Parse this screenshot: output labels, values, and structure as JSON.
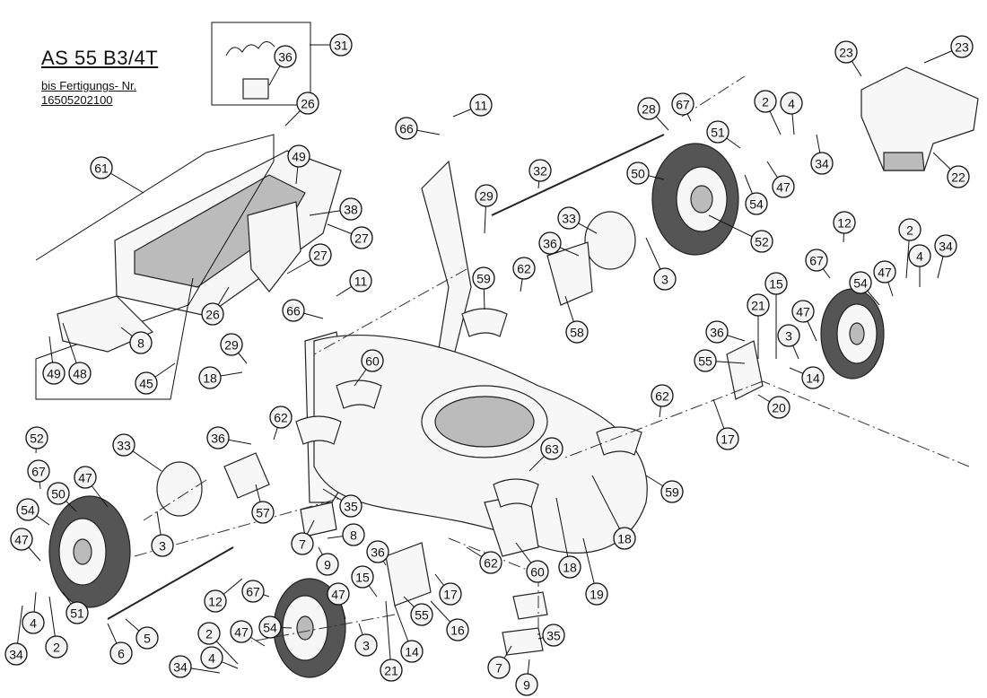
{
  "title": {
    "model": "AS 55 B3/4T",
    "serial_line1": "bis Fertigungs- Nr.",
    "serial_line2": "16505202100"
  },
  "callouts": [
    {
      "id": "c31",
      "label": "31"
    },
    {
      "id": "c36a",
      "label": "36"
    },
    {
      "id": "c26a",
      "label": "26"
    },
    {
      "id": "c11a",
      "label": "11"
    },
    {
      "id": "c66a",
      "label": "66"
    },
    {
      "id": "c28",
      "label": "28"
    },
    {
      "id": "c67a",
      "label": "67"
    },
    {
      "id": "c2a",
      "label": "2"
    },
    {
      "id": "c4a",
      "label": "4"
    },
    {
      "id": "c23a",
      "label": "23"
    },
    {
      "id": "c23b",
      "label": "23"
    },
    {
      "id": "c22",
      "label": "22"
    },
    {
      "id": "c34a",
      "label": "34"
    },
    {
      "id": "c61",
      "label": "61"
    },
    {
      "id": "c49a",
      "label": "49"
    },
    {
      "id": "c38",
      "label": "38"
    },
    {
      "id": "c27a",
      "label": "27"
    },
    {
      "id": "c27b",
      "label": "27"
    },
    {
      "id": "c26b",
      "label": "26"
    },
    {
      "id": "c32",
      "label": "32"
    },
    {
      "id": "c29a",
      "label": "29"
    },
    {
      "id": "c51a",
      "label": "51"
    },
    {
      "id": "c50a",
      "label": "50"
    },
    {
      "id": "c54a",
      "label": "54"
    },
    {
      "id": "c47a",
      "label": "47"
    },
    {
      "id": "c52a",
      "label": "52"
    },
    {
      "id": "c33a",
      "label": "33"
    },
    {
      "id": "c36b",
      "label": "36"
    },
    {
      "id": "c3a",
      "label": "3"
    },
    {
      "id": "c62a",
      "label": "62"
    },
    {
      "id": "c58",
      "label": "58"
    },
    {
      "id": "c59a",
      "label": "59"
    },
    {
      "id": "c11b",
      "label": "11"
    },
    {
      "id": "c66b",
      "label": "66"
    },
    {
      "id": "c12a",
      "label": "12"
    },
    {
      "id": "c2b",
      "label": "2"
    },
    {
      "id": "c34b",
      "label": "34"
    },
    {
      "id": "c67b",
      "label": "67"
    },
    {
      "id": "c54b",
      "label": "54"
    },
    {
      "id": "c47b",
      "label": "47"
    },
    {
      "id": "c4b",
      "label": "4"
    },
    {
      "id": "c15a",
      "label": "15"
    },
    {
      "id": "c21a",
      "label": "21"
    },
    {
      "id": "c47c",
      "label": "47"
    },
    {
      "id": "c36c",
      "label": "36"
    },
    {
      "id": "c3b",
      "label": "3"
    },
    {
      "id": "c55a",
      "label": "55"
    },
    {
      "id": "c14a",
      "label": "14"
    },
    {
      "id": "c20",
      "label": "20"
    },
    {
      "id": "c17a",
      "label": "17"
    },
    {
      "id": "c62b",
      "label": "62"
    },
    {
      "id": "c8a",
      "label": "8"
    },
    {
      "id": "c49b",
      "label": "49"
    },
    {
      "id": "c48",
      "label": "48"
    },
    {
      "id": "c45",
      "label": "45"
    },
    {
      "id": "c29b",
      "label": "29"
    },
    {
      "id": "c18a",
      "label": "18"
    },
    {
      "id": "c60a",
      "label": "60"
    },
    {
      "id": "c62c",
      "label": "62"
    },
    {
      "id": "c52b",
      "label": "52"
    },
    {
      "id": "c36d",
      "label": "36"
    },
    {
      "id": "c33b",
      "label": "33"
    },
    {
      "id": "c67c",
      "label": "67"
    },
    {
      "id": "c47d",
      "label": "47"
    },
    {
      "id": "c50b",
      "label": "50"
    },
    {
      "id": "c54c",
      "label": "54"
    },
    {
      "id": "c57",
      "label": "57"
    },
    {
      "id": "c3c",
      "label": "3"
    },
    {
      "id": "c47e",
      "label": "47"
    },
    {
      "id": "c35a",
      "label": "35"
    },
    {
      "id": "c63",
      "label": "63"
    },
    {
      "id": "c59b",
      "label": "59"
    },
    {
      "id": "c7a",
      "label": "7"
    },
    {
      "id": "c8b",
      "label": "8"
    },
    {
      "id": "c36e",
      "label": "36"
    },
    {
      "id": "c9a",
      "label": "9"
    },
    {
      "id": "c18b",
      "label": "18"
    },
    {
      "id": "c62d",
      "label": "62"
    },
    {
      "id": "c60b",
      "label": "60"
    },
    {
      "id": "c18c",
      "label": "18"
    },
    {
      "id": "c19",
      "label": "19"
    },
    {
      "id": "c15b",
      "label": "15"
    },
    {
      "id": "c67d",
      "label": "67"
    },
    {
      "id": "c47f",
      "label": "47"
    },
    {
      "id": "c12b",
      "label": "12"
    },
    {
      "id": "c17b",
      "label": "17"
    },
    {
      "id": "c54d",
      "label": "54"
    },
    {
      "id": "c55b",
      "label": "55"
    },
    {
      "id": "c16",
      "label": "16"
    },
    {
      "id": "c2c",
      "label": "2"
    },
    {
      "id": "c47g",
      "label": "47"
    },
    {
      "id": "c3d",
      "label": "3"
    },
    {
      "id": "c14b",
      "label": "14"
    },
    {
      "id": "c35b",
      "label": "35"
    },
    {
      "id": "c4c",
      "label": "4"
    },
    {
      "id": "c34c",
      "label": "34"
    },
    {
      "id": "c21b",
      "label": "21"
    },
    {
      "id": "c7b",
      "label": "7"
    },
    {
      "id": "c9b",
      "label": "9"
    },
    {
      "id": "c34d",
      "label": "34"
    },
    {
      "id": "c4d",
      "label": "4"
    },
    {
      "id": "c2d",
      "label": "2"
    },
    {
      "id": "c51b",
      "label": "51"
    },
    {
      "id": "c6",
      "label": "6"
    },
    {
      "id": "c5",
      "label": "5"
    }
  ]
}
